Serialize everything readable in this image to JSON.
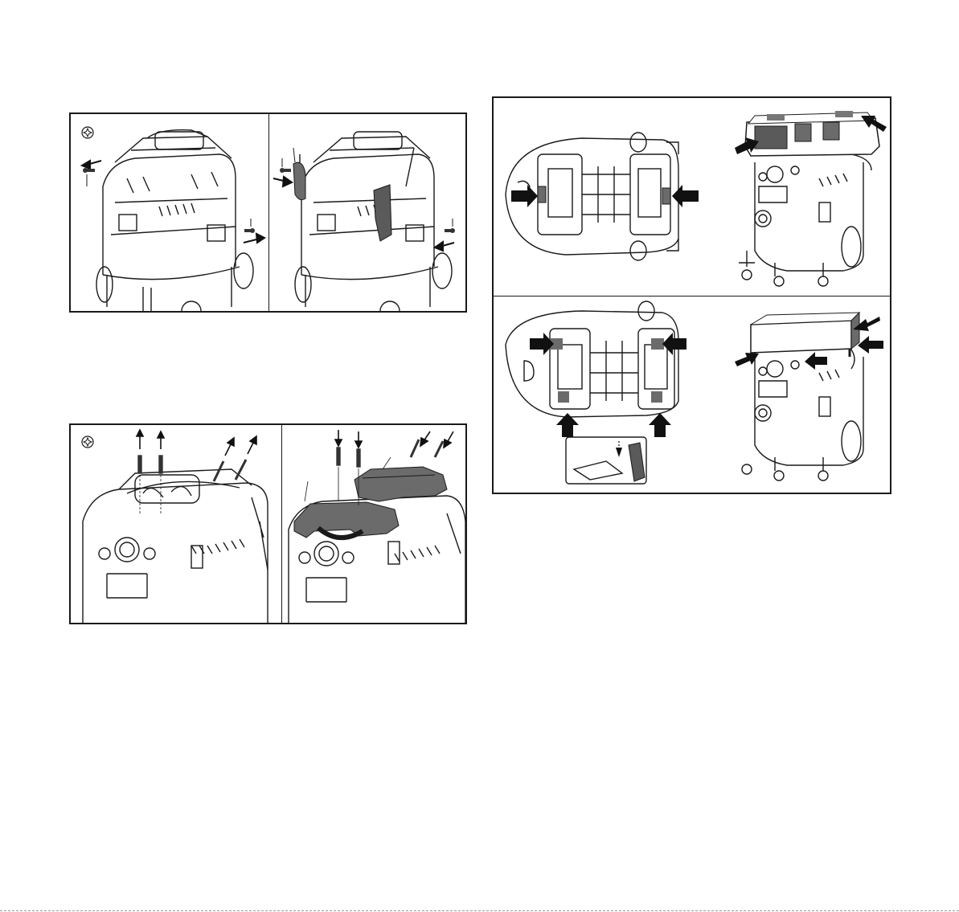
{
  "figures": [
    {
      "id": "fig-side-clips",
      "steps": [
        "remove-screws",
        "attach-clips"
      ],
      "tool": "torx-icon"
    },
    {
      "id": "fig-top-handle",
      "steps": [
        "remove-screws",
        "attach-adapter"
      ],
      "tool": "torx-icon"
    },
    {
      "id": "fig-systainer",
      "steps": [
        "bottom-view-clip",
        "stack-case",
        "bottom-view-latch",
        "stack-box"
      ]
    }
  ],
  "colors": {
    "line": "#1a1a1a",
    "part": "#6b6b6b",
    "arrow": "#111111"
  }
}
